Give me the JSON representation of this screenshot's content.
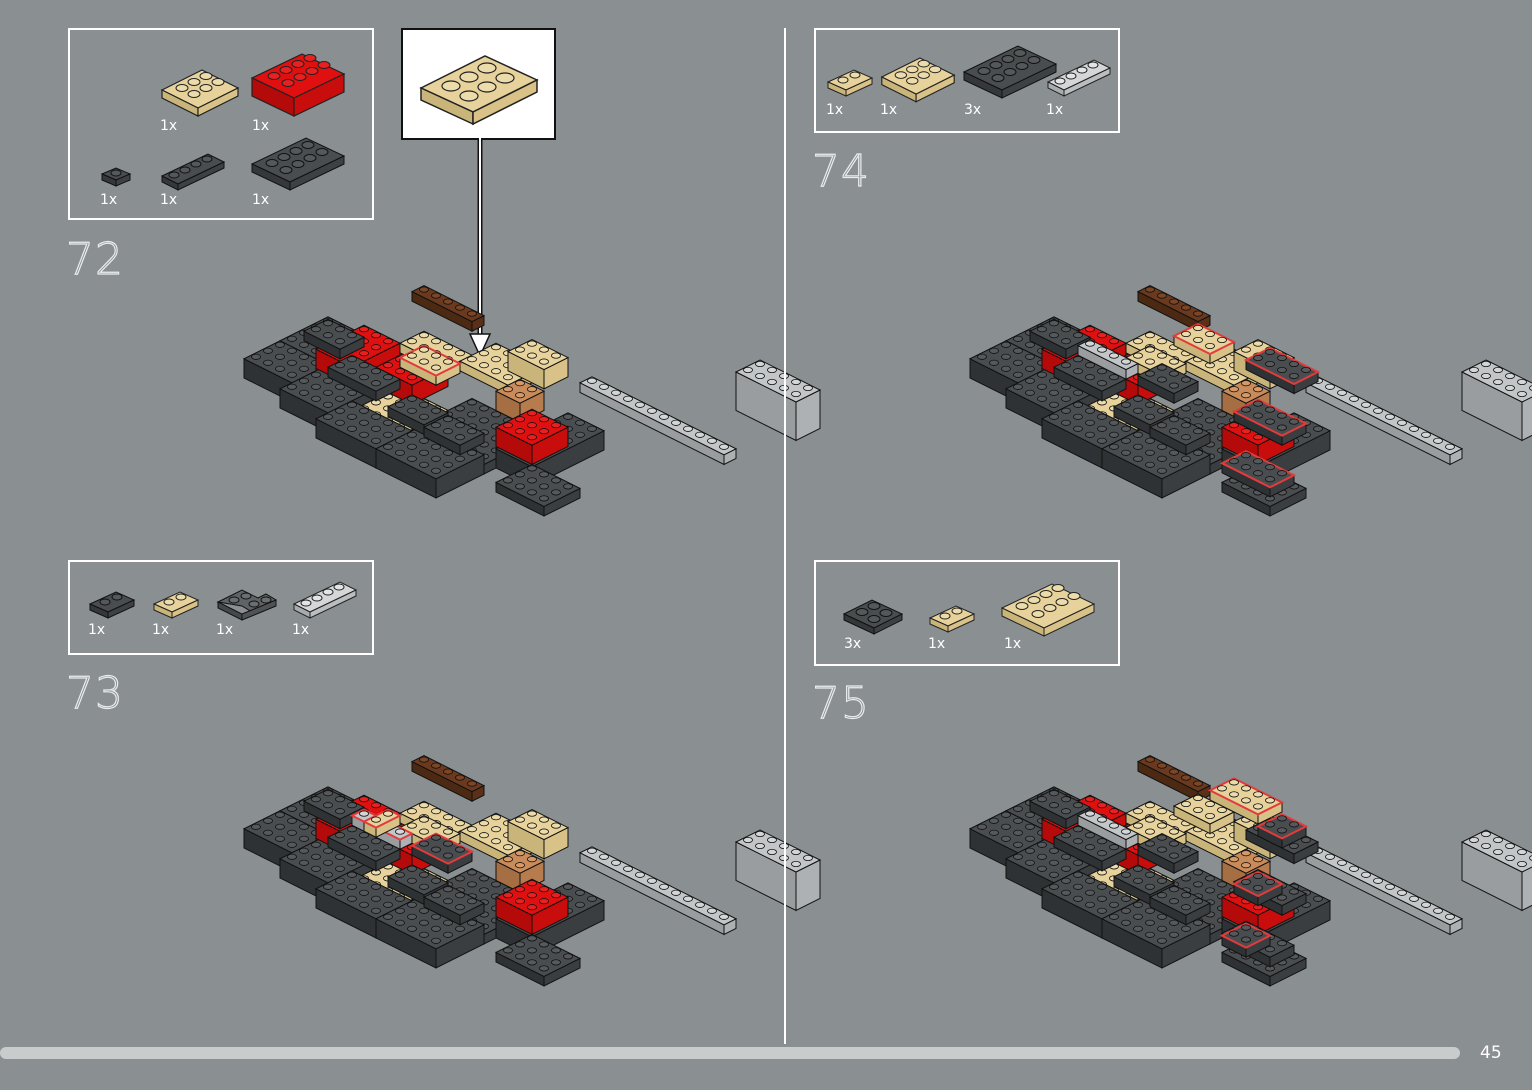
{
  "page": {
    "number": "45"
  },
  "colors": {
    "background": "#8a8f92",
    "red": "#d40d0d",
    "tan": "#e6d29a",
    "dark_gray": "#4a4d50",
    "light_gray": "#bfc2c4",
    "brown": "#6b3a1e",
    "medium_nougat": "#c98b5a",
    "outline_highlight": "#e23b3b"
  },
  "steps": [
    {
      "number": "72",
      "parts": [
        {
          "qty": "1x",
          "color": "tan",
          "shape": "plate 2x3"
        },
        {
          "qty": "1x",
          "color": "red",
          "shape": "brick 2x4"
        },
        {
          "qty": "1x",
          "color": "dark_gray",
          "shape": "plate 1x1"
        },
        {
          "qty": "1x",
          "color": "dark_gray",
          "shape": "plate 1x4"
        },
        {
          "qty": "1x",
          "color": "dark_gray",
          "shape": "plate 2x4"
        }
      ],
      "callout": {
        "part": "plate 2x3",
        "color": "tan"
      }
    },
    {
      "number": "73",
      "parts": [
        {
          "qty": "1x",
          "color": "dark_gray",
          "shape": "plate 1x2"
        },
        {
          "qty": "1x",
          "color": "tan",
          "shape": "plate 1x2"
        },
        {
          "qty": "1x",
          "color": "dark_gray",
          "shape": "corner plate"
        },
        {
          "qty": "1x",
          "color": "light_gray",
          "shape": "plate 1x4"
        }
      ]
    },
    {
      "number": "74",
      "parts": [
        {
          "qty": "1x",
          "color": "tan",
          "shape": "plate 1x2"
        },
        {
          "qty": "1x",
          "color": "tan",
          "shape": "plate 2x3"
        },
        {
          "qty": "3x",
          "color": "dark_gray",
          "shape": "plate 2x4"
        },
        {
          "qty": "1x",
          "color": "light_gray",
          "shape": "plate 1x4"
        }
      ]
    },
    {
      "number": "75",
      "parts": [
        {
          "qty": "3x",
          "color": "dark_gray",
          "shape": "plate 2x2"
        },
        {
          "qty": "1x",
          "color": "tan",
          "shape": "plate 1x2"
        },
        {
          "qty": "1x",
          "color": "tan",
          "shape": "plate 2x4"
        }
      ]
    }
  ]
}
